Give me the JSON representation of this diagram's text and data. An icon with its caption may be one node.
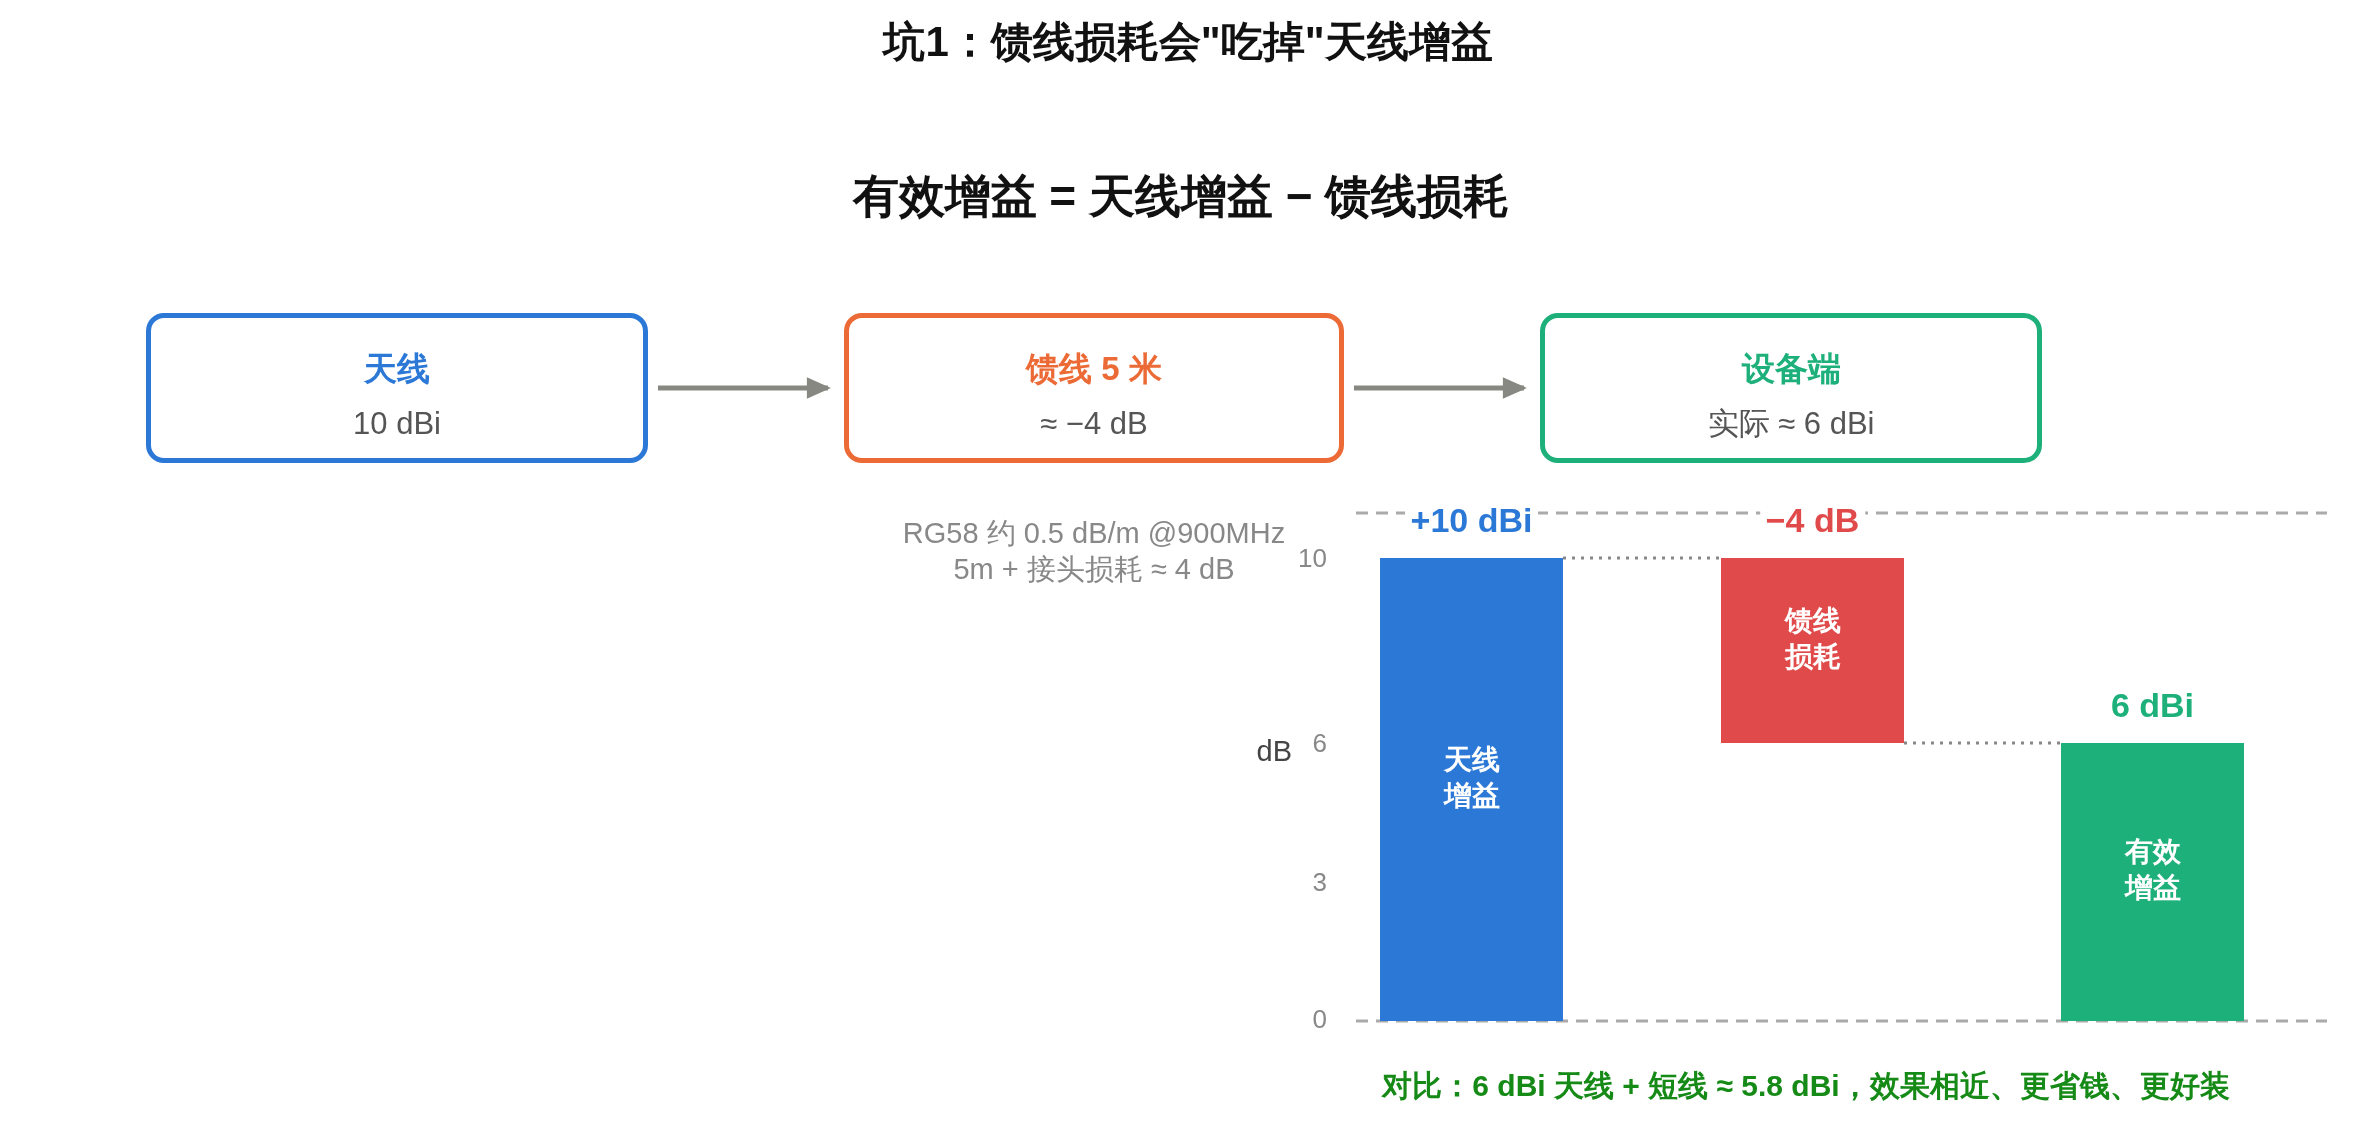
{
  "diagram": {
    "title": "坑1：馈线损耗会\"吃掉\"天线增益",
    "nodes": [
      {
        "text": [
          "天线",
          "10 dBi"
        ]
      },
      {
        "text": [
          "馈线 5 米",
          "≈ −4 dB"
        ],
        "beside": [
          "RG58 约 0.5 dB/m @900MHz 5m + 接头损耗 ≈ 4 dB"
        ]
      },
      {
        "text": [
          "设备端",
          "实际 ≈ 6 dBi"
        ]
      },
      {
        "text": [
          "天线增益"
        ],
        "beside": [
          "+10 dBi"
        ]
      },
      {
        "text": [
          "馈线损耗"
        ],
        "beside": [
          "−4 dB"
        ]
      },
      {
        "text": [
          "有效增益"
        ],
        "beside": [
          "6 dBi"
        ]
      }
    ],
    "edges": [
      {
        "from": 0,
        "to": 1,
        "arrow": "to"
      },
      {
        "from": 1,
        "to": 2,
        "arrow": "to"
      },
      {
        "from": 3,
        "to": 4,
        "arrow": "none",
        "style": "dashed"
      },
      {
        "from": 4,
        "to": 5,
        "arrow": "none",
        "style": "dashed"
      }
    ],
    "labels": [
      "有效增益 = 天线增益 − 馈线损耗",
      "10",
      "dB",
      "6",
      "3",
      "0",
      "对比：6 dBi 天线 + 短线 ≈ 5.8 dBi，效果相近、更省钱、更好装"
    ]
  }
}
